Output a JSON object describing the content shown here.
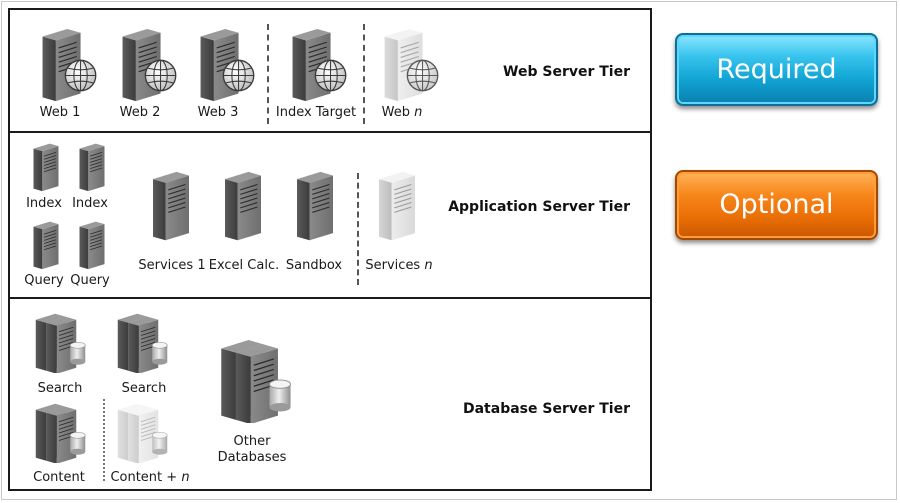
{
  "tiers": {
    "web": {
      "title": "Web Server Tier",
      "servers": [
        {
          "label": "Web 1",
          "optional": false
        },
        {
          "label": "Web 2",
          "optional": false
        },
        {
          "label": "Web 3",
          "optional": false
        },
        {
          "label": "Index Target",
          "optional": false
        },
        {
          "label": "Web",
          "italic_suffix": "n",
          "optional": true
        }
      ]
    },
    "app": {
      "title": "Application Server Tier",
      "small_servers": [
        "Index",
        "Index",
        "Query",
        "Query"
      ],
      "servers": [
        {
          "label": "Services 1",
          "optional": false
        },
        {
          "label": "Excel Calc.",
          "optional": false
        },
        {
          "label": "Sandbox",
          "optional": false
        },
        {
          "label": "Services",
          "italic_suffix": "n",
          "optional": true
        }
      ]
    },
    "db": {
      "title": "Database Server Tier",
      "servers": [
        {
          "label": "Search",
          "optional": false
        },
        {
          "label": "Search",
          "optional": false
        },
        {
          "label": "Content",
          "optional": false
        },
        {
          "label": "Content +",
          "italic_suffix": "n",
          "optional": true
        },
        {
          "label_line1": "Other",
          "label_line2": "Databases",
          "optional": false
        }
      ]
    }
  },
  "legend": {
    "required": {
      "label": "Required",
      "color": "#1ab0de"
    },
    "optional": {
      "label": "Optional",
      "color": "#f07a12"
    }
  },
  "icons": {
    "web_server": "server-globe-icon",
    "app_server": "server-icon",
    "db_server": "server-database-icon"
  }
}
